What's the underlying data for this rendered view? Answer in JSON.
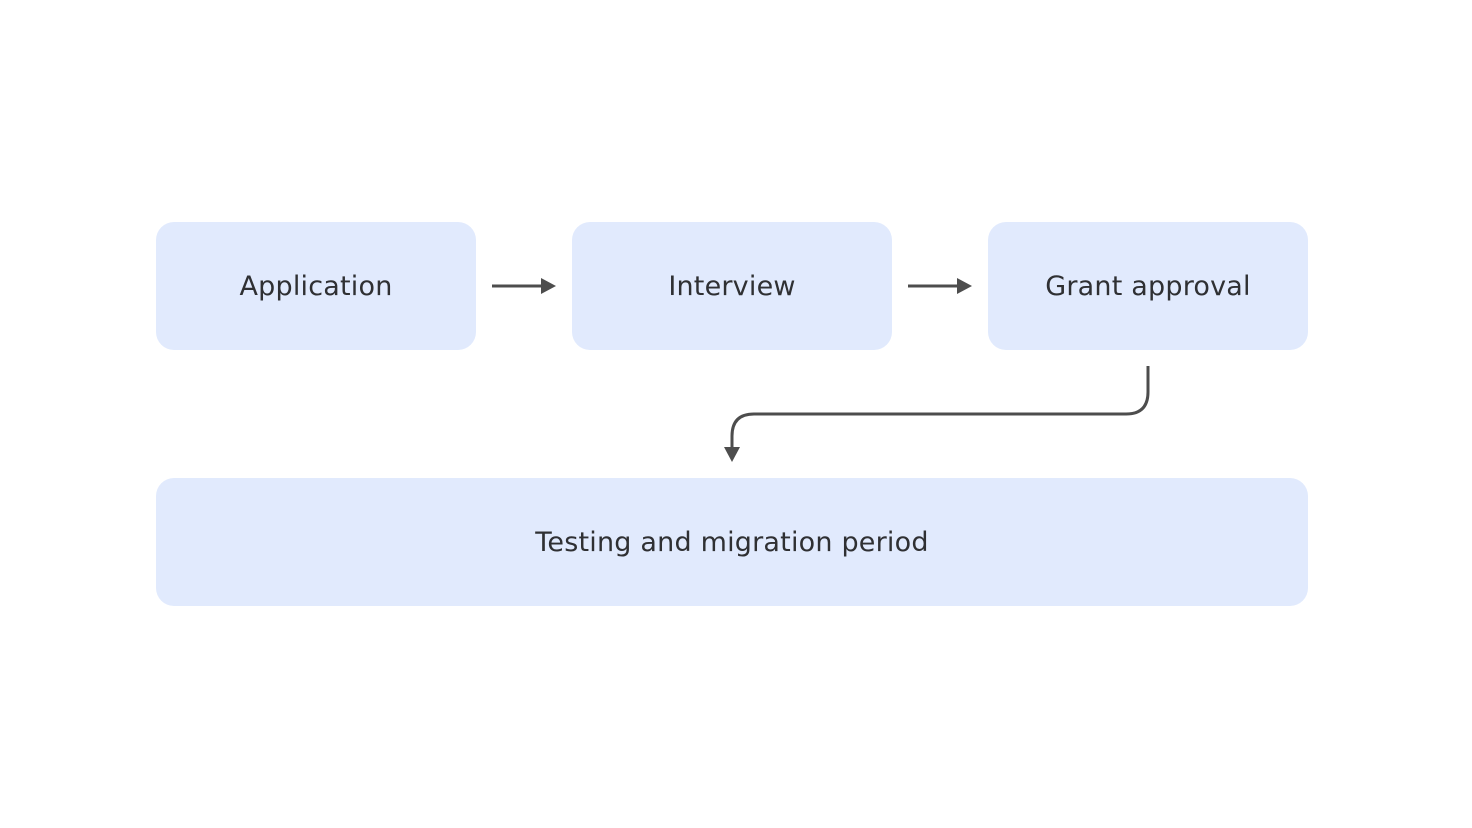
{
  "diagram": {
    "steps": [
      {
        "label": "Application"
      },
      {
        "label": "Interview"
      },
      {
        "label": "Grant approval"
      },
      {
        "label": "Testing and migration period"
      }
    ],
    "colors": {
      "box_fill": "#e1eafd",
      "text": "#2f3033",
      "arrow": "#4d4d4d",
      "background": "#ffffff"
    }
  }
}
